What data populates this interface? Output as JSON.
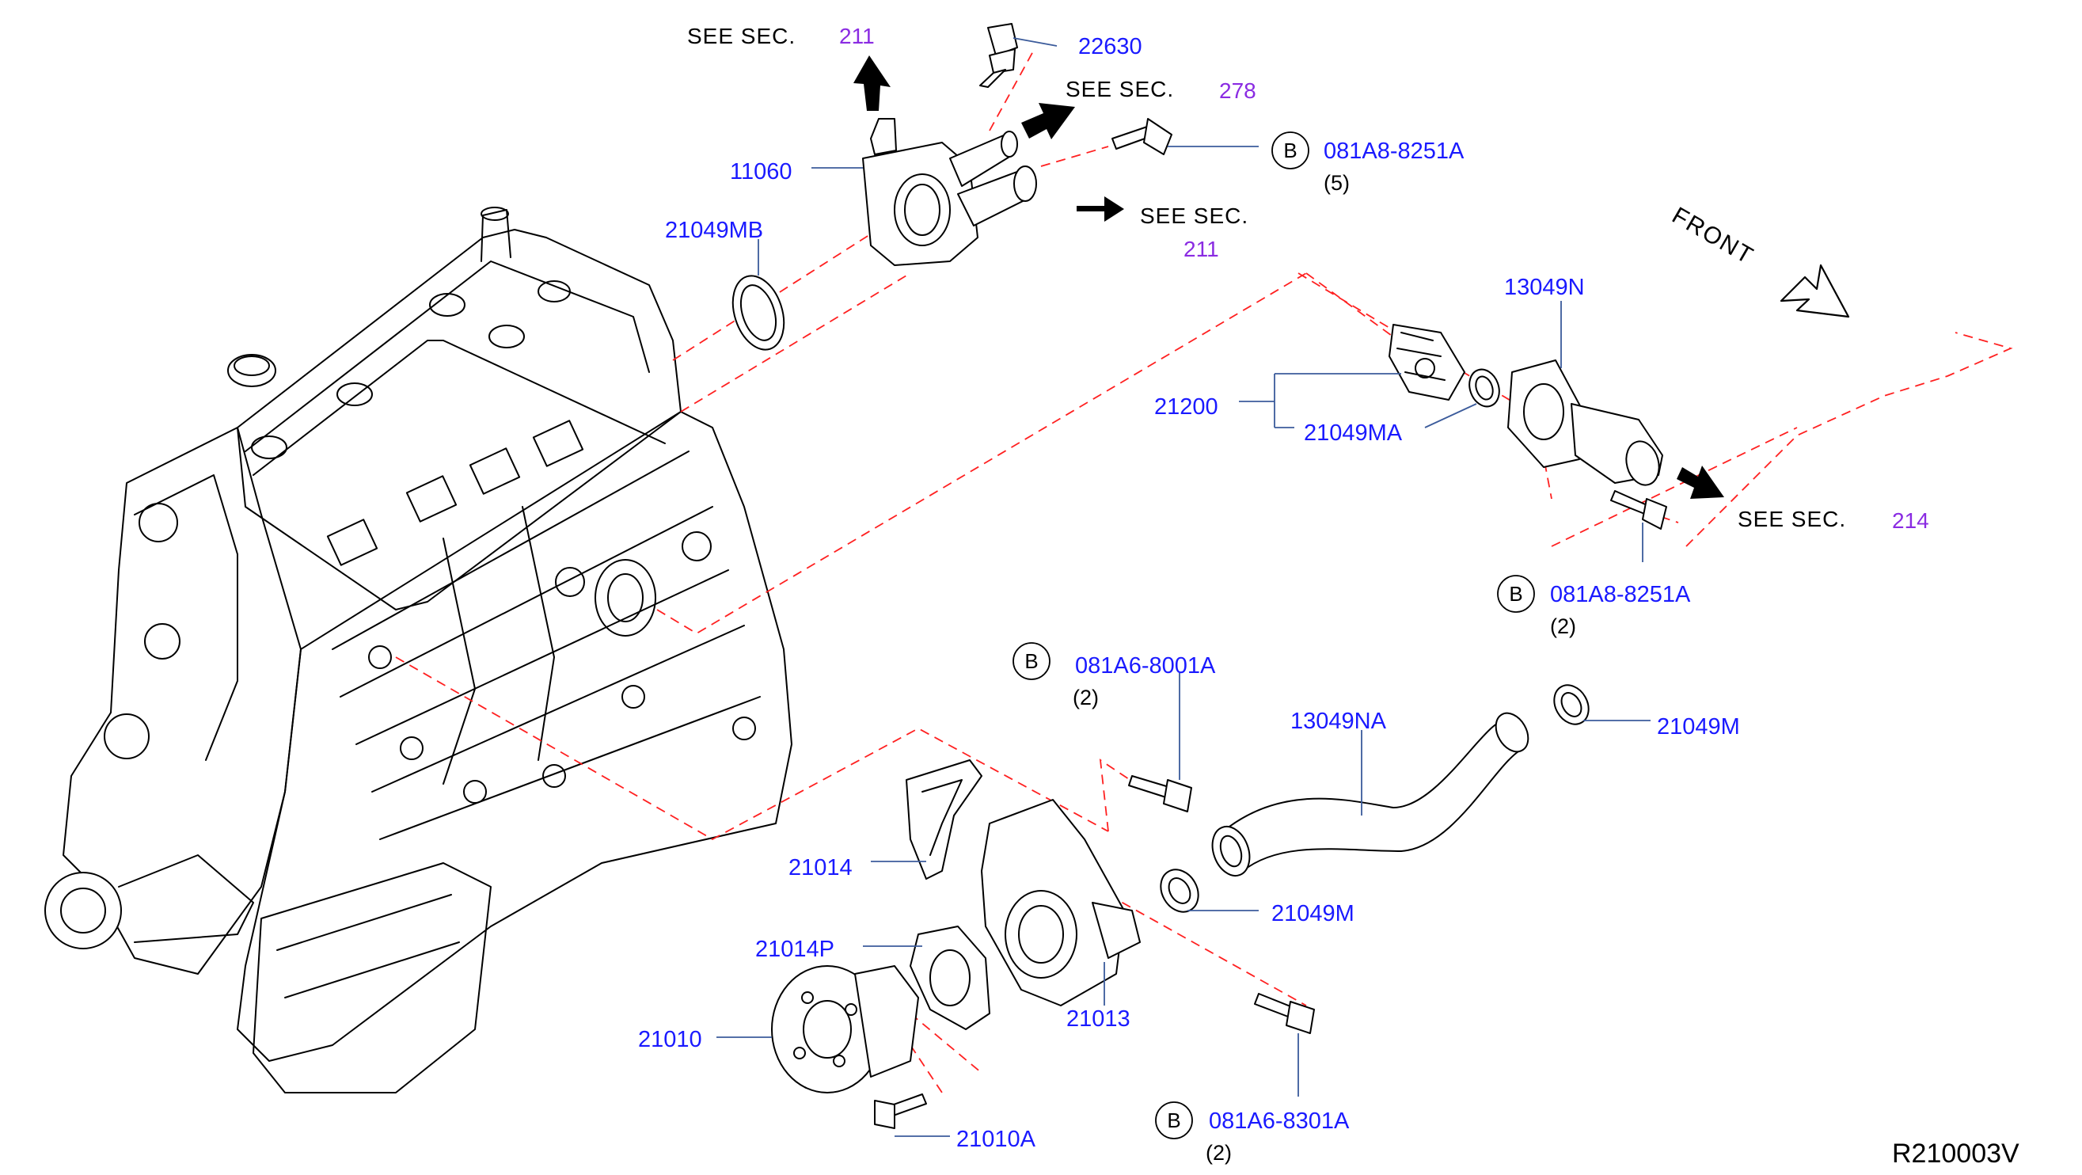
{
  "parts": {
    "p22630": "22630",
    "p11060": "11060",
    "p21049MB": "21049MB",
    "p13049N": "13049N",
    "p21200": "21200",
    "p21049MA": "21049MA",
    "p13049NA": "13049NA",
    "p21049M_top": "21049M",
    "p21049M_mid": "21049M",
    "p21014": "21014",
    "p21014P": "21014P",
    "p21013": "21013",
    "p21010": "21010",
    "p21010A": "21010A"
  },
  "bolts": [
    {
      "letter": "B",
      "part": "081A8-8251A",
      "qty": "(5)"
    },
    {
      "letter": "B",
      "part": "081A8-8251A",
      "qty": "(2)"
    },
    {
      "letter": "B",
      "part": "081A6-8001A",
      "qty": "(2)"
    },
    {
      "letter": "B",
      "part": "081A6-8301A",
      "qty": "(2)"
    }
  ],
  "section_refs": [
    {
      "see": "SEE   SEC.",
      "num": "211"
    },
    {
      "see": "SEE   SEC.",
      "num": "278"
    },
    {
      "see": "SEE   SEC.",
      "num": "211"
    },
    {
      "see": "SEE   SEC.",
      "num": "214"
    }
  ],
  "front_label": "FRONT",
  "diagram_code": "R210003V",
  "colors": {
    "part_number": "#1a1aff",
    "section_number": "#8a2be2",
    "leader_line": "#3b5b9b",
    "dashed_guide": "#ff2020",
    "arrow": "#000000"
  },
  "icons": [
    "engine-block-illustration",
    "arrow-icon",
    "front-arrow-icon",
    "bolt-icon",
    "gasket-icon"
  ]
}
